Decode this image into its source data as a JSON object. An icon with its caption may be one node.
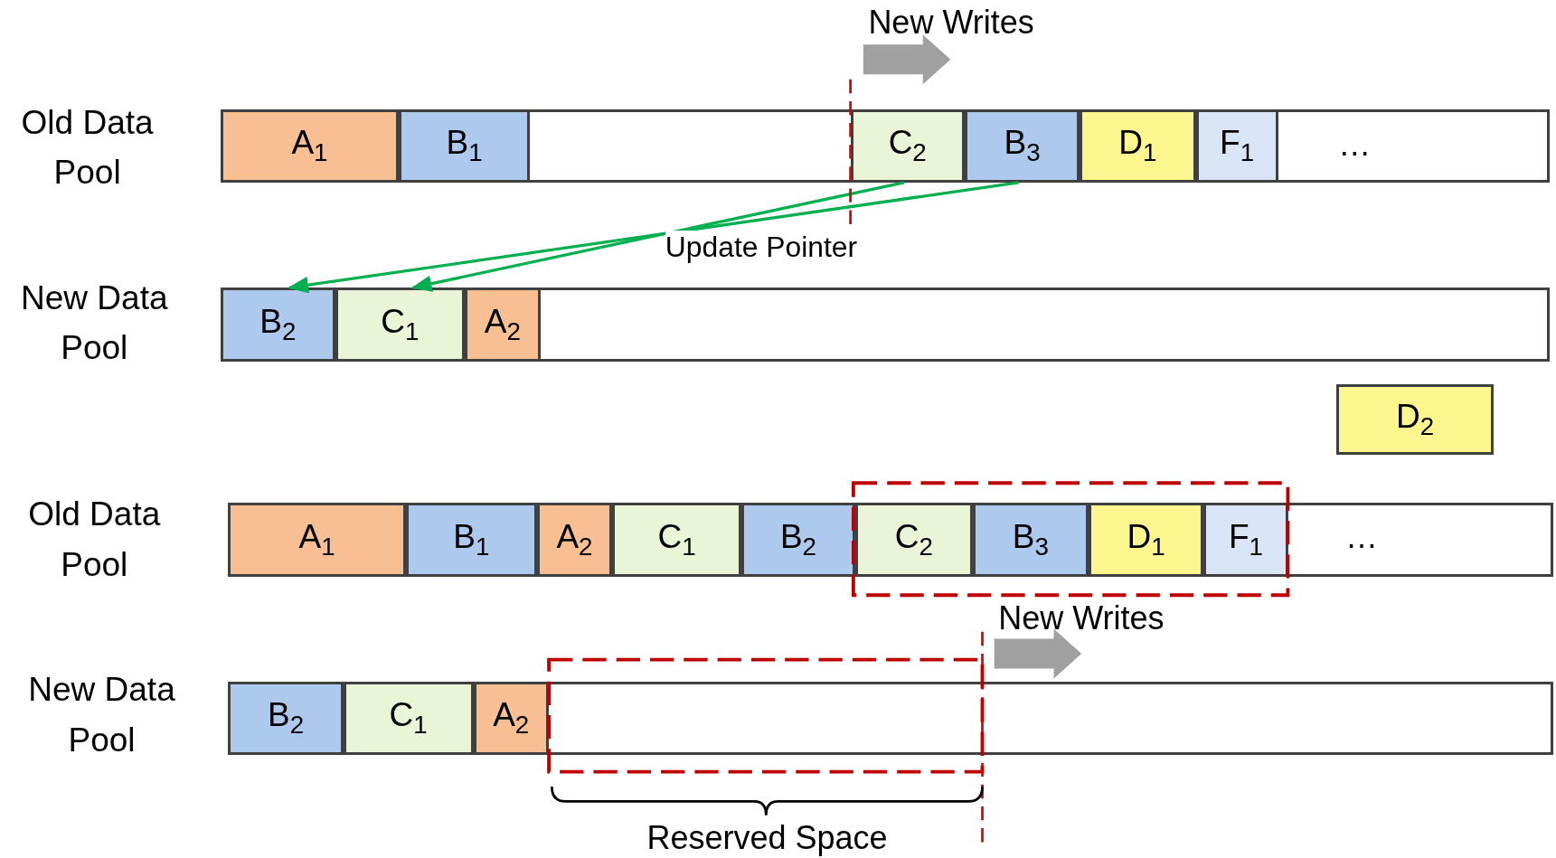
{
  "diagram": {
    "nodes": [
      {
        "text": [
          "Old Data Pool"
        ]
      },
      {
        "text": [
          "A$_{1}$"
        ],
        "in": 0
      },
      {
        "text": [
          "B$_{1}$"
        ],
        "in": 0
      },
      {
        "text": [
          "C$_{2}$"
        ],
        "in": 0
      },
      {
        "text": [
          "B$_{3}$"
        ],
        "in": 0
      },
      {
        "text": [
          "D$_{1}$"
        ],
        "in": 0
      },
      {
        "text": [
          "F$_{1}$"
        ],
        "in": 0
      },
      {
        "text": [
          "New Data Pool"
        ]
      },
      {
        "text": [
          "B$_{2}$"
        ],
        "in": 7
      },
      {
        "text": [
          "C$_{1}$"
        ],
        "in": 7
      },
      {
        "text": [
          "A$_{2}$"
        ],
        "in": 7
      },
      {
        "text": [
          "D$_{2}$"
        ]
      },
      {
        "text": [
          "Old Data Pool"
        ]
      },
      {
        "text": [
          "A$_{1}$"
        ],
        "in": 12
      },
      {
        "text": [
          "B$_{1}$"
        ],
        "in": 12
      },
      {
        "text": [
          "A$_{2}$"
        ],
        "in": 12
      },
      {
        "text": [
          "C$_{1}$"
        ],
        "in": 12
      },
      {
        "text": [
          "B$_{2}$"
        ],
        "in": 12
      },
      {
        "text": [
          "C$_{2}$"
        ],
        "in": 12
      },
      {
        "text": [
          "B$_{3}$"
        ],
        "in": 12
      },
      {
        "text": [
          "D$_{1}$"
        ],
        "in": 12
      },
      {
        "text": [
          "F$_{1}$"
        ],
        "in": 12
      },
      {
        "text": [
          "New Data Pool"
        ]
      },
      {
        "text": [
          "B$_{2}$"
        ],
        "in": 22
      },
      {
        "text": [
          "C$_{1}$"
        ],
        "in": 22
      },
      {
        "text": [
          "A$_{2}$"
        ],
        "in": 22
      }
    ],
    "edges": [
      {
        "from": 3,
        "to": 9,
        "arrow": "to"
      },
      {
        "from": 4,
        "to": 8,
        "arrow": "to"
      }
    ],
    "labels": [
      "New Writes",
      "…",
      "Update Pointer",
      "…",
      "New Writes",
      "Reserved Space"
    ]
  }
}
